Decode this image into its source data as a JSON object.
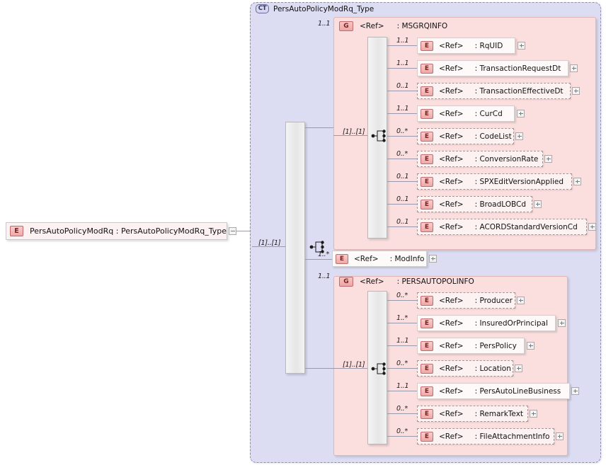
{
  "diagram": {
    "kind": "xsd-schema-diagram",
    "root_element": {
      "badge": "E",
      "label": "PersAutoPolicyModRq  :  PersAutoPolicyModRq_Type",
      "expander": "minus",
      "expander_icon": "collapse-icon"
    },
    "complex_type": {
      "badge": "CT",
      "title": "PersAutoPolicyModRq_Type",
      "occurrence": "[1]..[1]",
      "compositor": "sequence",
      "compositor_icon": "sequence-icon"
    },
    "children": [
      {
        "node_type": "group",
        "badge": "G",
        "ref": "<Ref>",
        "name": ": MSGRQINFO",
        "occurrence": "1..1",
        "inner_occurrence": "[1]..[1]",
        "compositor": "sequence",
        "compositor_icon": "sequence-icon",
        "elements": [
          {
            "badge": "E",
            "ref": "<Ref>",
            "name": ": RqUID",
            "occurrence": "1..1",
            "optional": false,
            "expander": "plus"
          },
          {
            "badge": "E",
            "ref": "<Ref>",
            "name": ": TransactionRequestDt",
            "occurrence": "1..1",
            "optional": false,
            "expander": "plus"
          },
          {
            "badge": "E",
            "ref": "<Ref>",
            "name": ": TransactionEffectiveDt",
            "occurrence": "0..1",
            "optional": true,
            "expander": "plus"
          },
          {
            "badge": "E",
            "ref": "<Ref>",
            "name": ": CurCd",
            "occurrence": "1..1",
            "optional": false,
            "expander": "plus"
          },
          {
            "badge": "E",
            "ref": "<Ref>",
            "name": ": CodeList",
            "occurrence": "0..*",
            "optional": true,
            "expander": "plus"
          },
          {
            "badge": "E",
            "ref": "<Ref>",
            "name": ": ConversionRate",
            "occurrence": "0..*",
            "optional": true,
            "expander": "plus"
          },
          {
            "badge": "E",
            "ref": "<Ref>",
            "name": ": SPXEditVersionApplied",
            "occurrence": "0..1",
            "optional": true,
            "expander": "plus"
          },
          {
            "badge": "E",
            "ref": "<Ref>",
            "name": ": BroadLOBCd",
            "occurrence": "0..1",
            "optional": true,
            "expander": "plus"
          },
          {
            "badge": "E",
            "ref": "<Ref>",
            "name": ": ACORDStandardVersionCd",
            "occurrence": "0..1",
            "optional": true,
            "expander": "plus"
          }
        ]
      },
      {
        "node_type": "element",
        "badge": "E",
        "ref": "<Ref>",
        "name": ": ModInfo",
        "occurrence": "1..*",
        "optional": false,
        "expander": "plus"
      },
      {
        "node_type": "group",
        "badge": "G",
        "ref": "<Ref>",
        "name": ": PERSAUTOPOLINFO",
        "occurrence": "1..1",
        "inner_occurrence": "[1]..[1]",
        "compositor": "sequence",
        "compositor_icon": "sequence-icon",
        "elements": [
          {
            "badge": "E",
            "ref": "<Ref>",
            "name": ": Producer",
            "occurrence": "0..*",
            "optional": true,
            "expander": "plus"
          },
          {
            "badge": "E",
            "ref": "<Ref>",
            "name": ": InsuredOrPrincipal",
            "occurrence": "1..*",
            "optional": false,
            "expander": "plus"
          },
          {
            "badge": "E",
            "ref": "<Ref>",
            "name": ": PersPolicy",
            "occurrence": "1..1",
            "optional": false,
            "expander": "plus"
          },
          {
            "badge": "E",
            "ref": "<Ref>",
            "name": ": Location",
            "occurrence": "0..*",
            "optional": true,
            "expander": "plus"
          },
          {
            "badge": "E",
            "ref": "<Ref>",
            "name": ": PersAutoLineBusiness",
            "occurrence": "1..1",
            "optional": false,
            "expander": "plus"
          },
          {
            "badge": "E",
            "ref": "<Ref>",
            "name": ": RemarkText",
            "occurrence": "0..*",
            "optional": true,
            "expander": "plus"
          },
          {
            "badge": "E",
            "ref": "<Ref>",
            "name": ": FileAttachmentInfo",
            "occurrence": "0..*",
            "optional": true,
            "expander": "plus"
          }
        ]
      }
    ],
    "colors": {
      "complex_type_fill": "#dcdcf2",
      "group_fill": "#fbdede",
      "element_fill": "#fdf3f3",
      "badge_red": "#efa8a8",
      "line": "#9a9aae"
    }
  }
}
